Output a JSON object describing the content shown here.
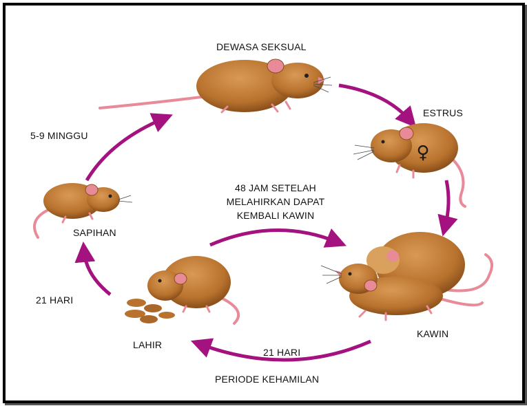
{
  "labels": {
    "dewasa_seksual": "DEWASA SEKSUAL",
    "estrus": "ESTRUS",
    "minggu": "5-9 MINGGU",
    "jam_line1": "48 JAM SETELAH",
    "jam_line2": "MELAHIRKAN DAPAT",
    "jam_line3": "KEMBALI KAWIN",
    "sapihan": "SAPIHAN",
    "hari_left": "21 HARI",
    "kawin": "KAWIN",
    "lahir": "LAHIR",
    "hari_bottom": "21 HARI",
    "periode": "PERIODE KEHAMILAN"
  },
  "symbols": {
    "female": "♀"
  },
  "colors": {
    "arrow": "#a3127f",
    "rat_body": "#b8722e",
    "rat_shade": "#8a4f1c",
    "rat_light": "#d9a05e",
    "ear_tail": "#e88a98",
    "pink": "#e77e90"
  }
}
